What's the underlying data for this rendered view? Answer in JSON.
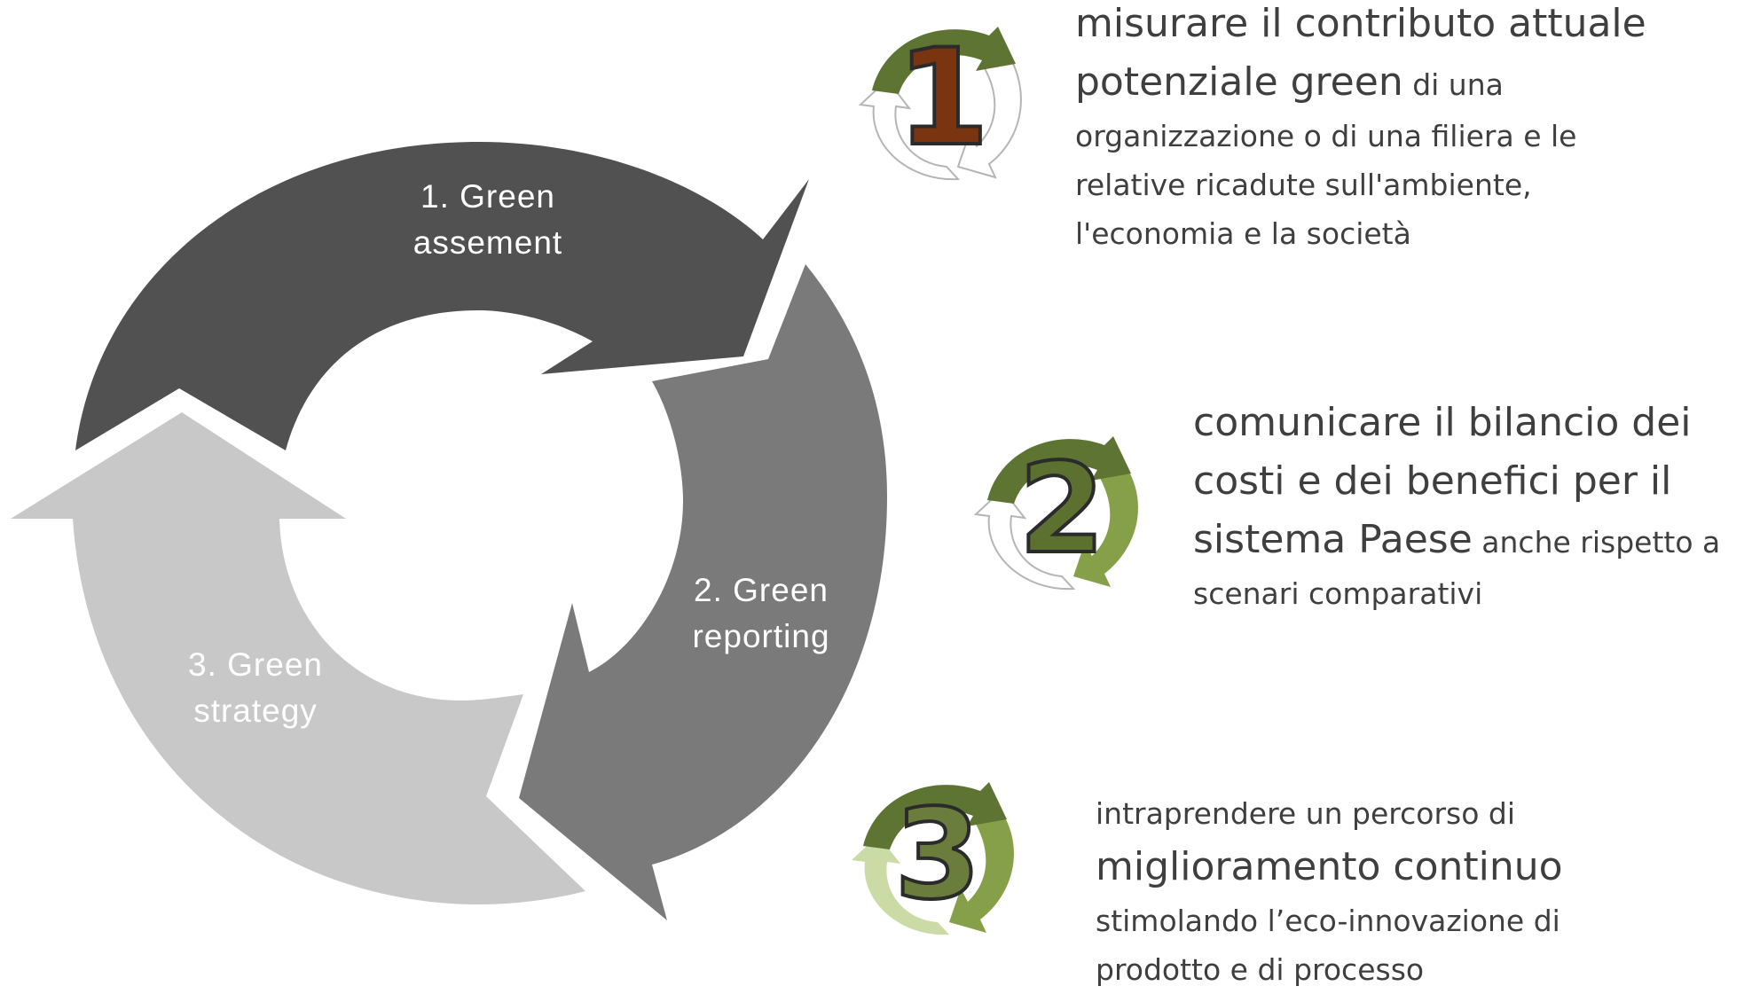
{
  "cycle": {
    "segments": [
      {
        "line1": "1. Green",
        "line2": "assement",
        "color": "#515151"
      },
      {
        "line1": "2. Green",
        "line2": "reporting",
        "color": "#7a7a7a"
      },
      {
        "line1": "3. Green",
        "line2": "strategy",
        "color": "#c8c8c8"
      }
    ]
  },
  "steps": [
    {
      "number": "1",
      "number_color": "#7a3410",
      "emphasis_line1": "misurare il contributo attuale",
      "emphasis_line2": "potenziale green",
      "rest_line1": " di una",
      "rest_line2": "organizzazione o di una filiera e le",
      "rest_line3": "relative ricadute sull'ambiente,",
      "rest_line4": "l'economia e la società"
    },
    {
      "number": "2",
      "number_color": "#5c7030",
      "emphasis_line1": "comunicare il bilancio dei",
      "emphasis_line2": "costi e dei benefici per il",
      "emphasis_line3": "sistema Paese",
      "rest_line1": " anche rispetto a",
      "rest_line2": "scenari comparativi"
    },
    {
      "number": "3",
      "number_color": "#6b7d3c",
      "intro_line": "intraprendere un percorso di",
      "emphasis_line1": "miglioramento continuo",
      "rest_line1": "stimolando l’eco-innovazione di",
      "rest_line2": "prodotto e di processo"
    }
  ],
  "colors": {
    "green_dark": "#5e7432",
    "green_mid": "#86a049",
    "green_light": "#cadba6",
    "outline": "#b5b5b5",
    "text": "#3f3f3f"
  }
}
